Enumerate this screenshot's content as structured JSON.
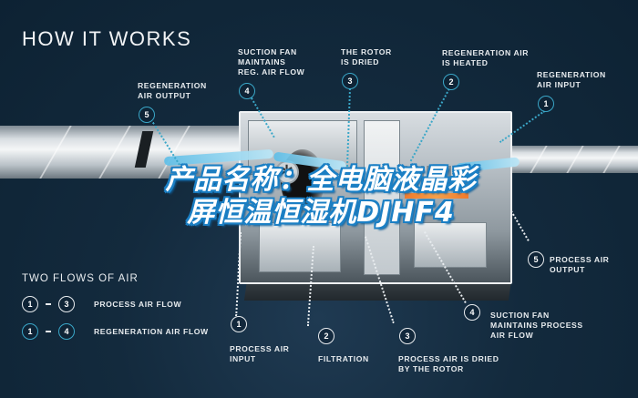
{
  "header": {
    "title": "HOW IT WORKS"
  },
  "overlay_title": {
    "line1": "产品名称：全电脑液晶彩",
    "line2": "屏恒温恒湿机DJHF4"
  },
  "top_callouts": [
    {
      "number": "5",
      "label": "REGENERATION\nAIR OUTPUT"
    },
    {
      "number": "4",
      "label": "SUCTION FAN\nMAINTAINS\nREG. AIR FLOW"
    },
    {
      "number": "3",
      "label": "THE ROTOR\nIS DRIED"
    },
    {
      "number": "2",
      "label": "REGENERATION AIR\nIS HEATED"
    },
    {
      "number": "1",
      "label": "REGENERATION\nAIR INPUT"
    }
  ],
  "bottom_callouts": [
    {
      "number": "1",
      "label": "PROCESS AIR\nINPUT"
    },
    {
      "number": "2",
      "label": "FILTRATION"
    },
    {
      "number": "3",
      "label": "PROCESS AIR IS DRIED\nBY THE ROTOR"
    },
    {
      "number": "4",
      "label": "SUCTION FAN\nMAINTAINS PROCESS\nAIR FLOW"
    },
    {
      "number": "5",
      "label": "PROCESS AIR\nOUTPUT"
    }
  ],
  "legend": {
    "title": "TWO FLOWS OF AIR",
    "rows": [
      {
        "from": "1",
        "to": "3",
        "label": "PROCESS AIR FLOW",
        "style": "white"
      },
      {
        "from": "1",
        "to": "4",
        "label": "REGENERATION AIR FLOW",
        "style": "blue"
      }
    ]
  },
  "colors": {
    "background": "#132a3d",
    "regeneration_accent": "#3aa7c8",
    "process_accent": "#e8ecef",
    "overlay_outline": "#1b7fc4",
    "heater": "#f07a2c"
  }
}
